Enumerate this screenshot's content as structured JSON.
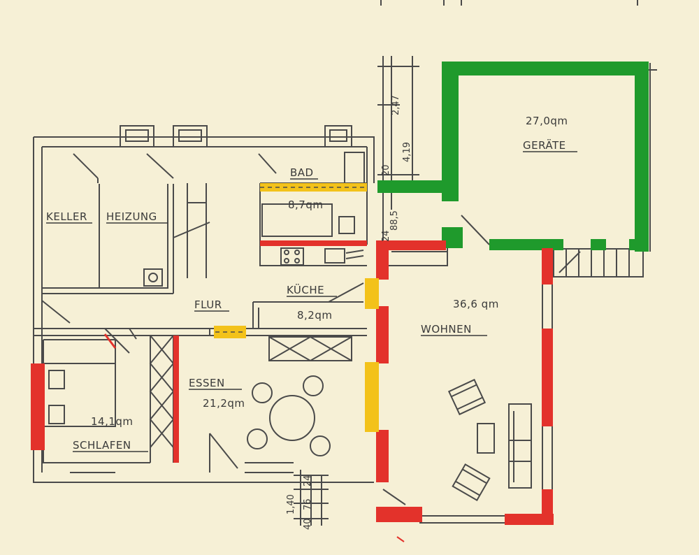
{
  "colors": {
    "paper": "#f6f0d6",
    "ink": "#4a4a4a",
    "new_wall_green": "#1f9a2c",
    "demolished_wall_red": "#e3322b",
    "opening_yellow": "#f3c21a"
  },
  "rooms": {
    "keller": "KELLER",
    "heizung": "HEIZUNG",
    "bad": "BAD",
    "bad_area": "8,7qm",
    "kueche": "KÜCHE",
    "kueche_area": "8,2qm",
    "flur": "FLUR",
    "essen": "ESSEN",
    "essen_area": "21,2qm",
    "schlafen": "SCHLAFEN",
    "schlafen_area": "14,1qm",
    "wohnen": "WOHNEN",
    "wohnen_area": "36,6 qm",
    "geraete": "GERÄTE",
    "geraete_area": "27,0qm"
  },
  "dimensions": {
    "d_247": "2,47",
    "d_419": "4,19",
    "d_20": "20",
    "d_24": "24",
    "d_885": "88,5",
    "d_140": "1,40",
    "d_40": "40",
    "d_76": "76",
    "d_24b": "24"
  }
}
